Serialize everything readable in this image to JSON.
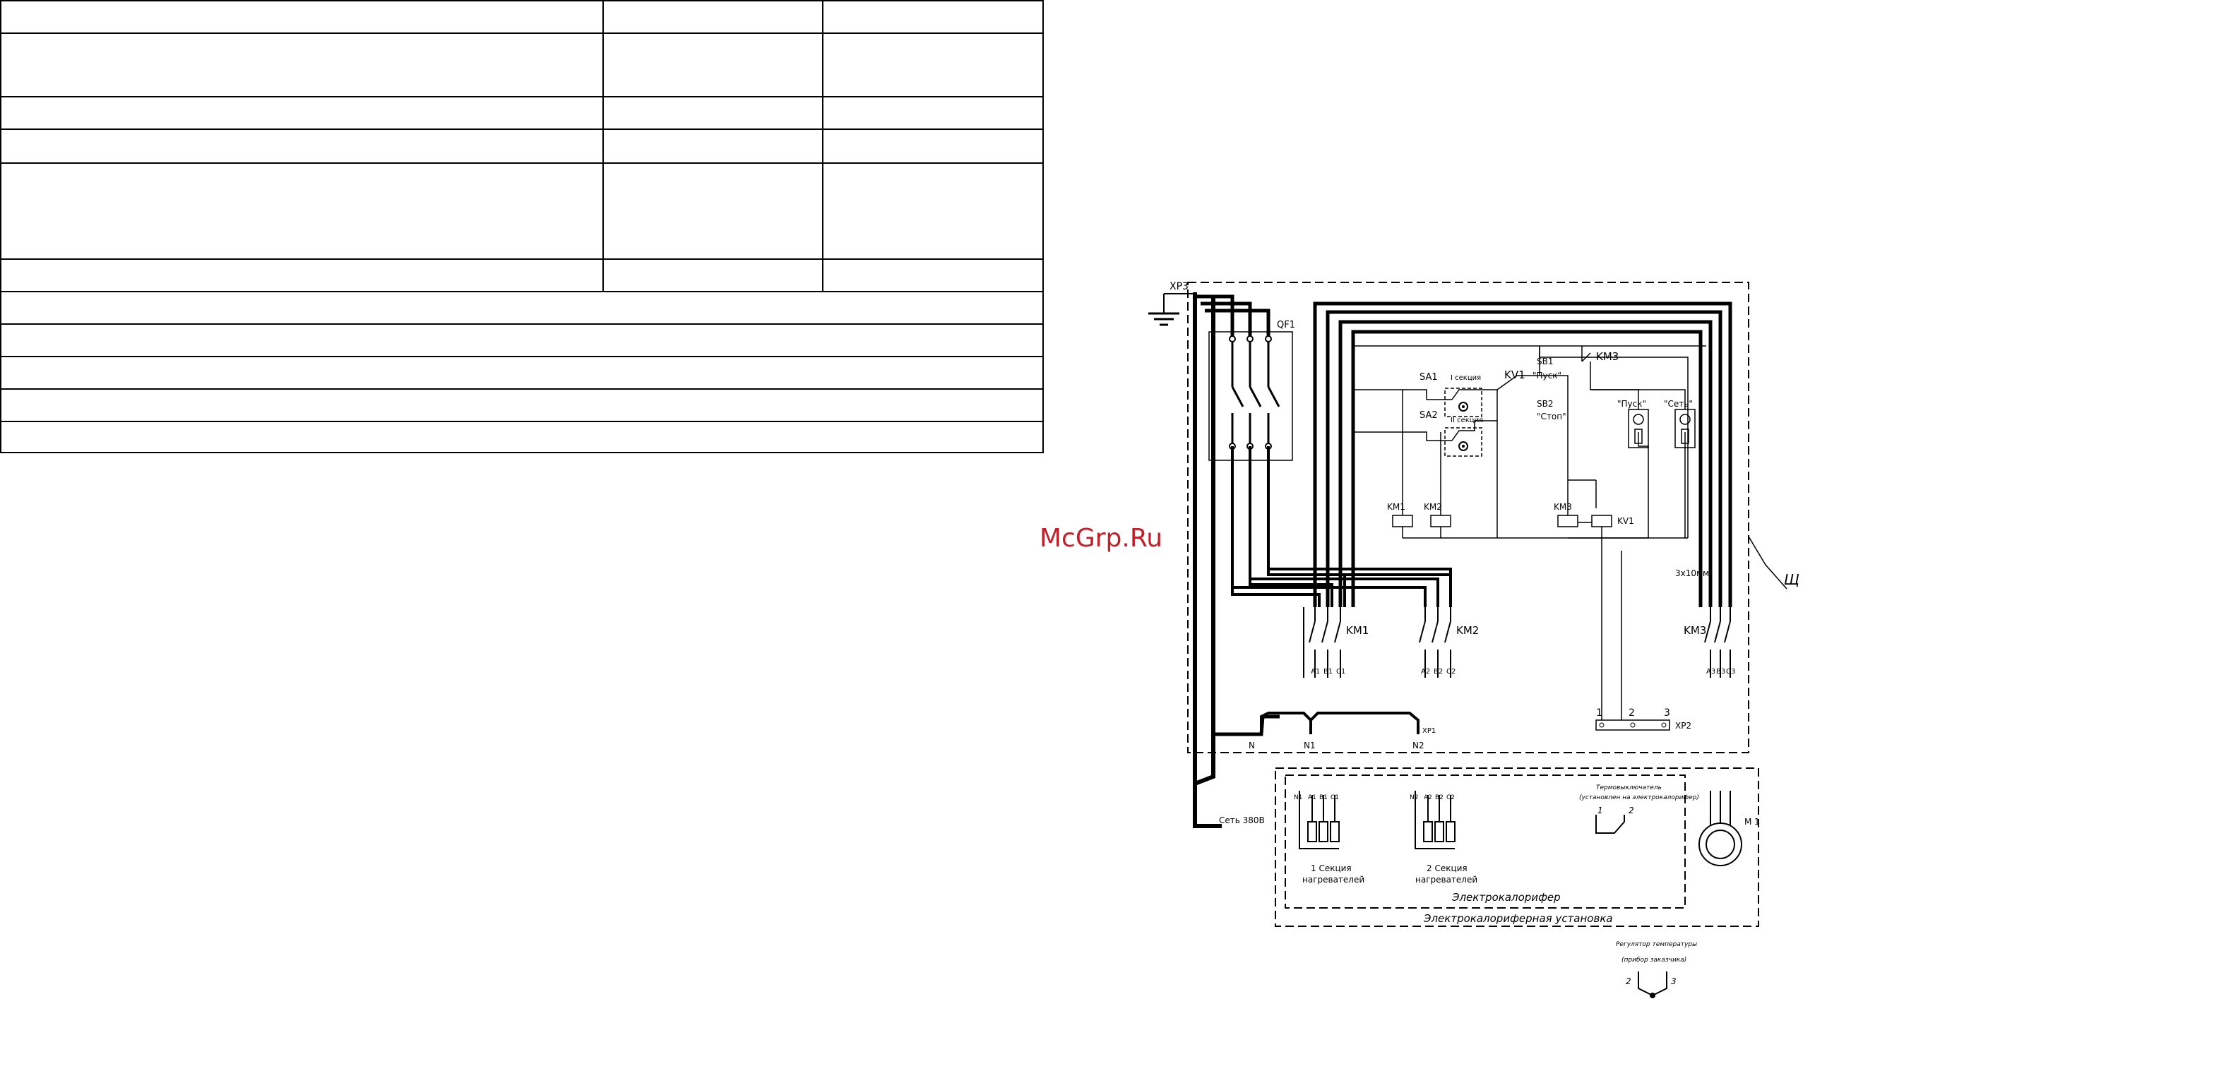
{
  "watermark": {
    "text": "McGrp.Ru",
    "color": "#c0202a"
  },
  "schematic": {
    "labels": {
      "xp3": "XP3",
      "qf1": "QF1",
      "sa1": "SA1",
      "sa2": "SA2",
      "sec1_switch": "I секция",
      "sec2_switch": "II секция",
      "kv1_top": "KV1",
      "sb1": "SB1",
      "sb1_caption": "\"Пуск\"",
      "sb2": "SB2",
      "sb2_caption": "\"Стоп\"",
      "km3_top": "KM3",
      "lamp_start": "\"Пуск\"",
      "lamp_net": "\"Сеть\"",
      "km1_coil": "KM1",
      "km2_coil": "KM2",
      "km3_coil": "KM3",
      "kv1_coil": "KV1",
      "cable": "3x10мм²",
      "sh": "Щ",
      "km1": "KM1",
      "km2": "KM2",
      "km3": "KM3",
      "a1": "A1",
      "b1": "B1",
      "c1": "C1",
      "a2": "A2",
      "b2": "B2",
      "c2": "C2",
      "a3": "A3",
      "b3": "B3",
      "c3": "C3",
      "xp2": "XP2",
      "xp2_1": "1",
      "xp2_2": "2",
      "xp2_3": "3",
      "n": "N",
      "n1": "N1",
      "n2": "N2",
      "xp1": "XP1",
      "net": "Сеть 380В",
      "h_n1": "N1",
      "h_a1": "A1",
      "h_b1": "B1",
      "h_c1": "C1",
      "h_n2": "N2",
      "h_a2": "A2",
      "h_b2": "B2",
      "h_c2": "C2",
      "sec1_heaters_l1": "1 Секция",
      "sec1_heaters_l2": "нагревателей",
      "sec2_heaters_l1": "2 Секция",
      "sec2_heaters_l2": "нагревателей",
      "thermo_title": "Термовыключатель",
      "thermo_note": "(установлен на электрокалорифер)",
      "thermo_1": "1",
      "thermo_2": "2",
      "motor": "M 1",
      "heater_box": "Электрокалорифер",
      "unit_box": "Электрокалориферная установка",
      "regulator_l1": "Регулятор температуры",
      "regulator_l2": "(прибор заказчика)",
      "reg_2": "2",
      "reg_3": "3"
    }
  }
}
